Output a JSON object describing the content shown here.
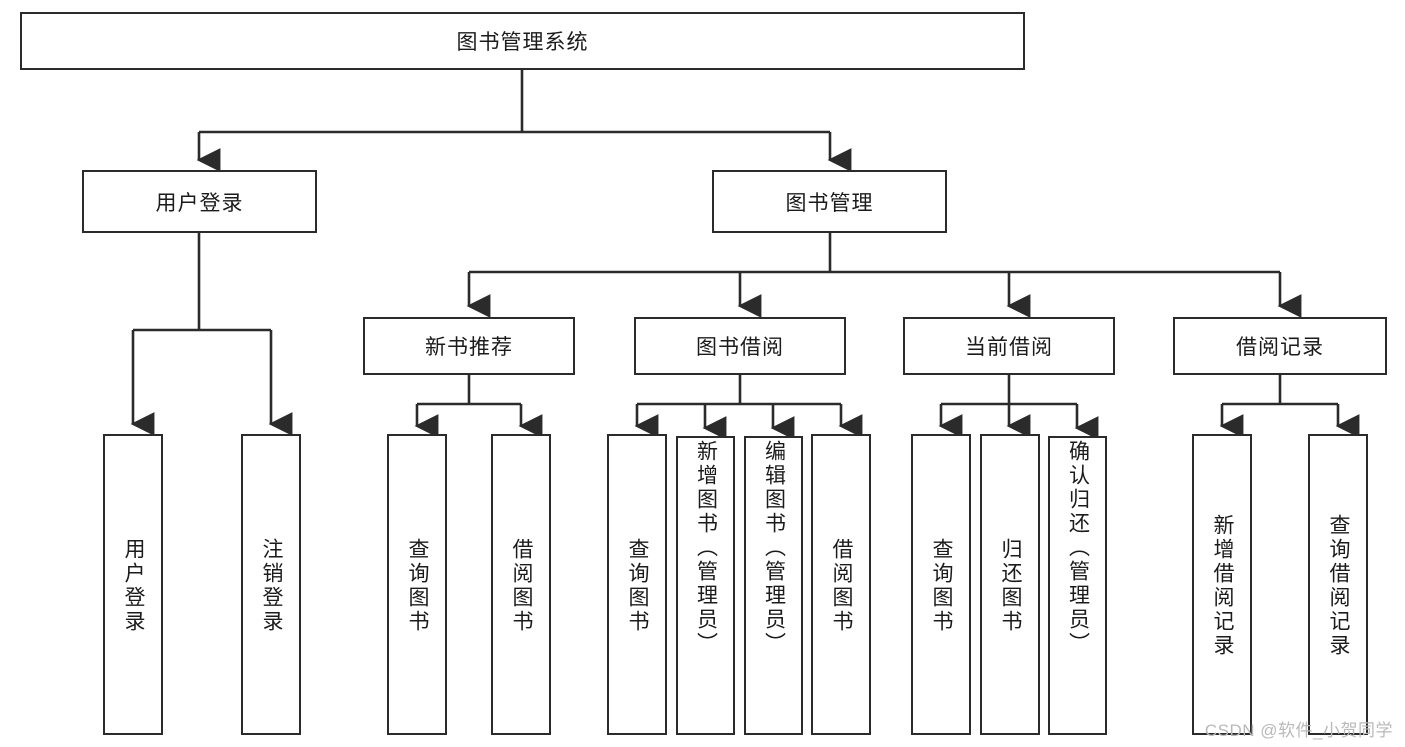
{
  "diagram": {
    "type": "tree-hierarchy-chart",
    "title": "图书管理系统",
    "line_color": "#2b2b2b",
    "box_fill": "#ffffff",
    "text_color": "#1b1b1b",
    "levels": {
      "root": {
        "label": "图书管理系统"
      },
      "level2": [
        {
          "id": "user-login",
          "label": "用户登录"
        },
        {
          "id": "book-manage",
          "label": "图书管理"
        }
      ],
      "level3": [
        {
          "id": "new-book-rec",
          "label": "新书推荐",
          "parent": "book-manage"
        },
        {
          "id": "book-borrow",
          "label": "图书借阅",
          "parent": "book-manage"
        },
        {
          "id": "current-borrow",
          "label": "当前借阅",
          "parent": "book-manage"
        },
        {
          "id": "borrow-record",
          "label": "借阅记录",
          "parent": "book-manage"
        }
      ],
      "leaves": [
        {
          "id": "leaf-user-login",
          "label": "用户登录",
          "parent": "user-login"
        },
        {
          "id": "leaf-logout-login",
          "label": "注销登录",
          "parent": "user-login"
        },
        {
          "id": "leaf-query-book-1",
          "label": "查询图书",
          "parent": "new-book-rec"
        },
        {
          "id": "leaf-borrow-book-1",
          "label": "借阅图书",
          "parent": "new-book-rec"
        },
        {
          "id": "leaf-query-book-2",
          "label": "查询图书",
          "parent": "book-borrow"
        },
        {
          "id": "leaf-add-book",
          "label": "新增图书（管理员）",
          "parent": "book-borrow"
        },
        {
          "id": "leaf-edit-book",
          "label": "编辑图书（管理员）",
          "parent": "book-borrow"
        },
        {
          "id": "leaf-borrow-book-2",
          "label": "借阅图书",
          "parent": "book-borrow"
        },
        {
          "id": "leaf-query-book-3",
          "label": "查询图书",
          "parent": "current-borrow"
        },
        {
          "id": "leaf-return-book",
          "label": "归还图书",
          "parent": "current-borrow"
        },
        {
          "id": "leaf-confirm-return",
          "label": "确认归还（管理员）",
          "parent": "current-borrow"
        },
        {
          "id": "leaf-add-record",
          "label": "新增借阅记录",
          "parent": "borrow-record"
        },
        {
          "id": "leaf-query-record",
          "label": "查询借阅记录",
          "parent": "borrow-record"
        }
      ]
    }
  },
  "watermark": {
    "text": "CSDN @软件_小贺同学"
  }
}
